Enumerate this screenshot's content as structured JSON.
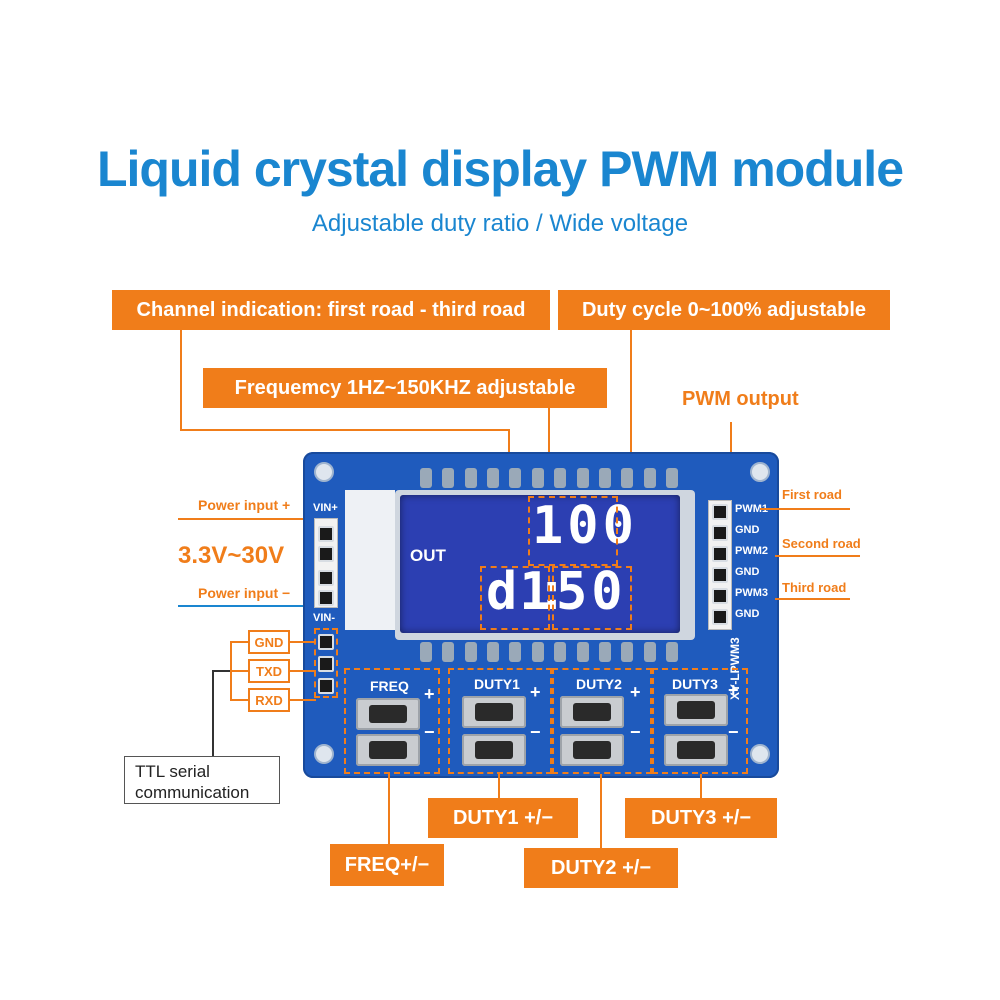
{
  "title": "Liquid crystal display PWM module",
  "subtitle": "Adjustable duty ratio  /  Wide voltage",
  "callouts": {
    "channel": "Channel indication: first road - third road",
    "duty_cycle": "Duty cycle 0~100% adjustable",
    "frequency": "Frequemcy 1HZ~150KHZ adjustable",
    "pwm_output": "PWM output",
    "power_plus": "Power input +",
    "voltage": "3.3V~30V",
    "power_minus": "Power input −",
    "first_road": "First road",
    "second_road": "Second road",
    "third_road": "Third road",
    "gnd": "GND",
    "txd": "TXD",
    "rxd": "RXD",
    "ttl_line1": "TTL serial",
    "ttl_line2": "communication",
    "duty1": "DUTY1 +/−",
    "duty2": "DUTY2 +/−",
    "duty3": "DUTY3 +/−",
    "freq": "FREQ+/−"
  },
  "board": {
    "vin_plus": "VIN+",
    "vin_minus": "VIN-",
    "model": "XY-LPWM3",
    "lcd_out": "OUT",
    "lcd_top": "100",
    "lcd_channel": "d1",
    "lcd_duty": "50",
    "outputs": [
      "PWM1",
      "GND",
      "PWM2",
      "GND",
      "PWM3",
      "GND"
    ],
    "buttons": [
      "FREQ",
      "DUTY1",
      "DUTY2",
      "DUTY3"
    ],
    "plus": "+",
    "minus": "−"
  },
  "colors": {
    "blue": "#1a86d0",
    "orange": "#f07d1a",
    "pcb": "#1f5bbd",
    "lcd": "#2c3fb2"
  }
}
